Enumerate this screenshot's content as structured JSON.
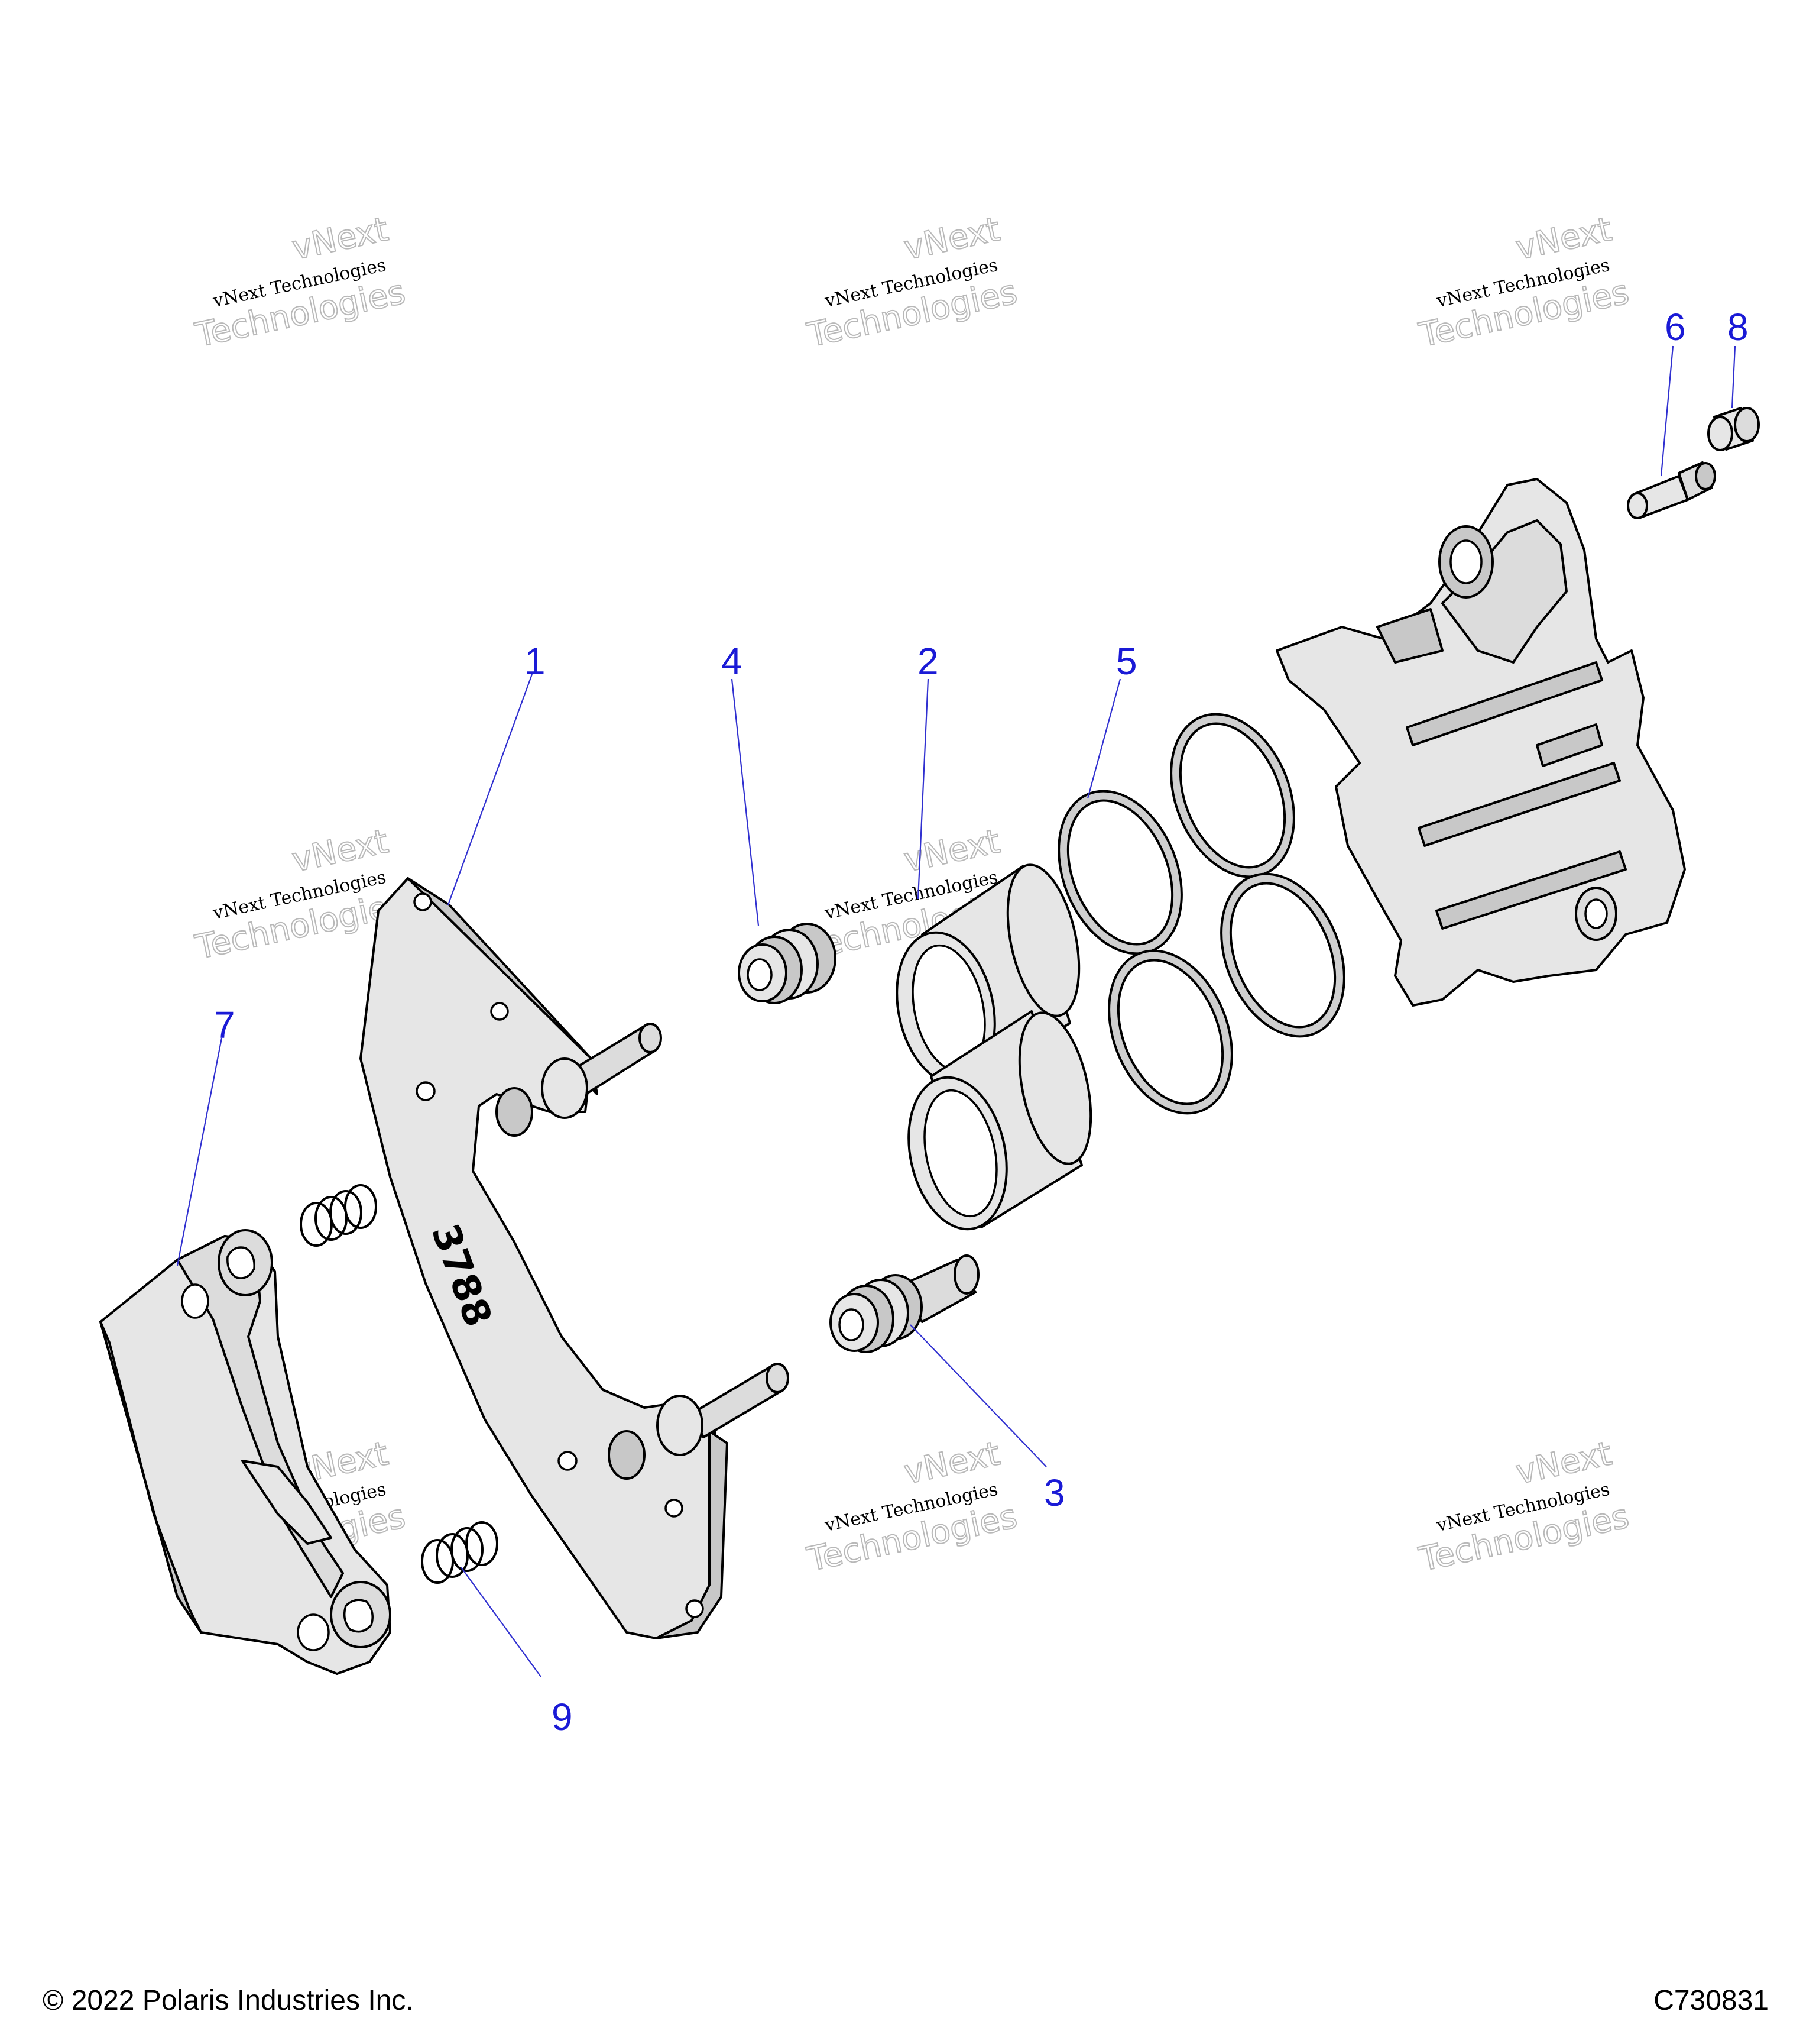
{
  "callouts": [
    "1",
    "2",
    "3",
    "4",
    "5",
    "6",
    "7",
    "8",
    "9"
  ],
  "part_stamp": "3788",
  "watermark": {
    "line1": "vNext Technologies",
    "ghost_top": "vNext",
    "ghost_bottom": "Technologies"
  },
  "footer": {
    "copyright": "© 2022 Polaris Industries Inc.",
    "diagram_id": "C730831"
  }
}
